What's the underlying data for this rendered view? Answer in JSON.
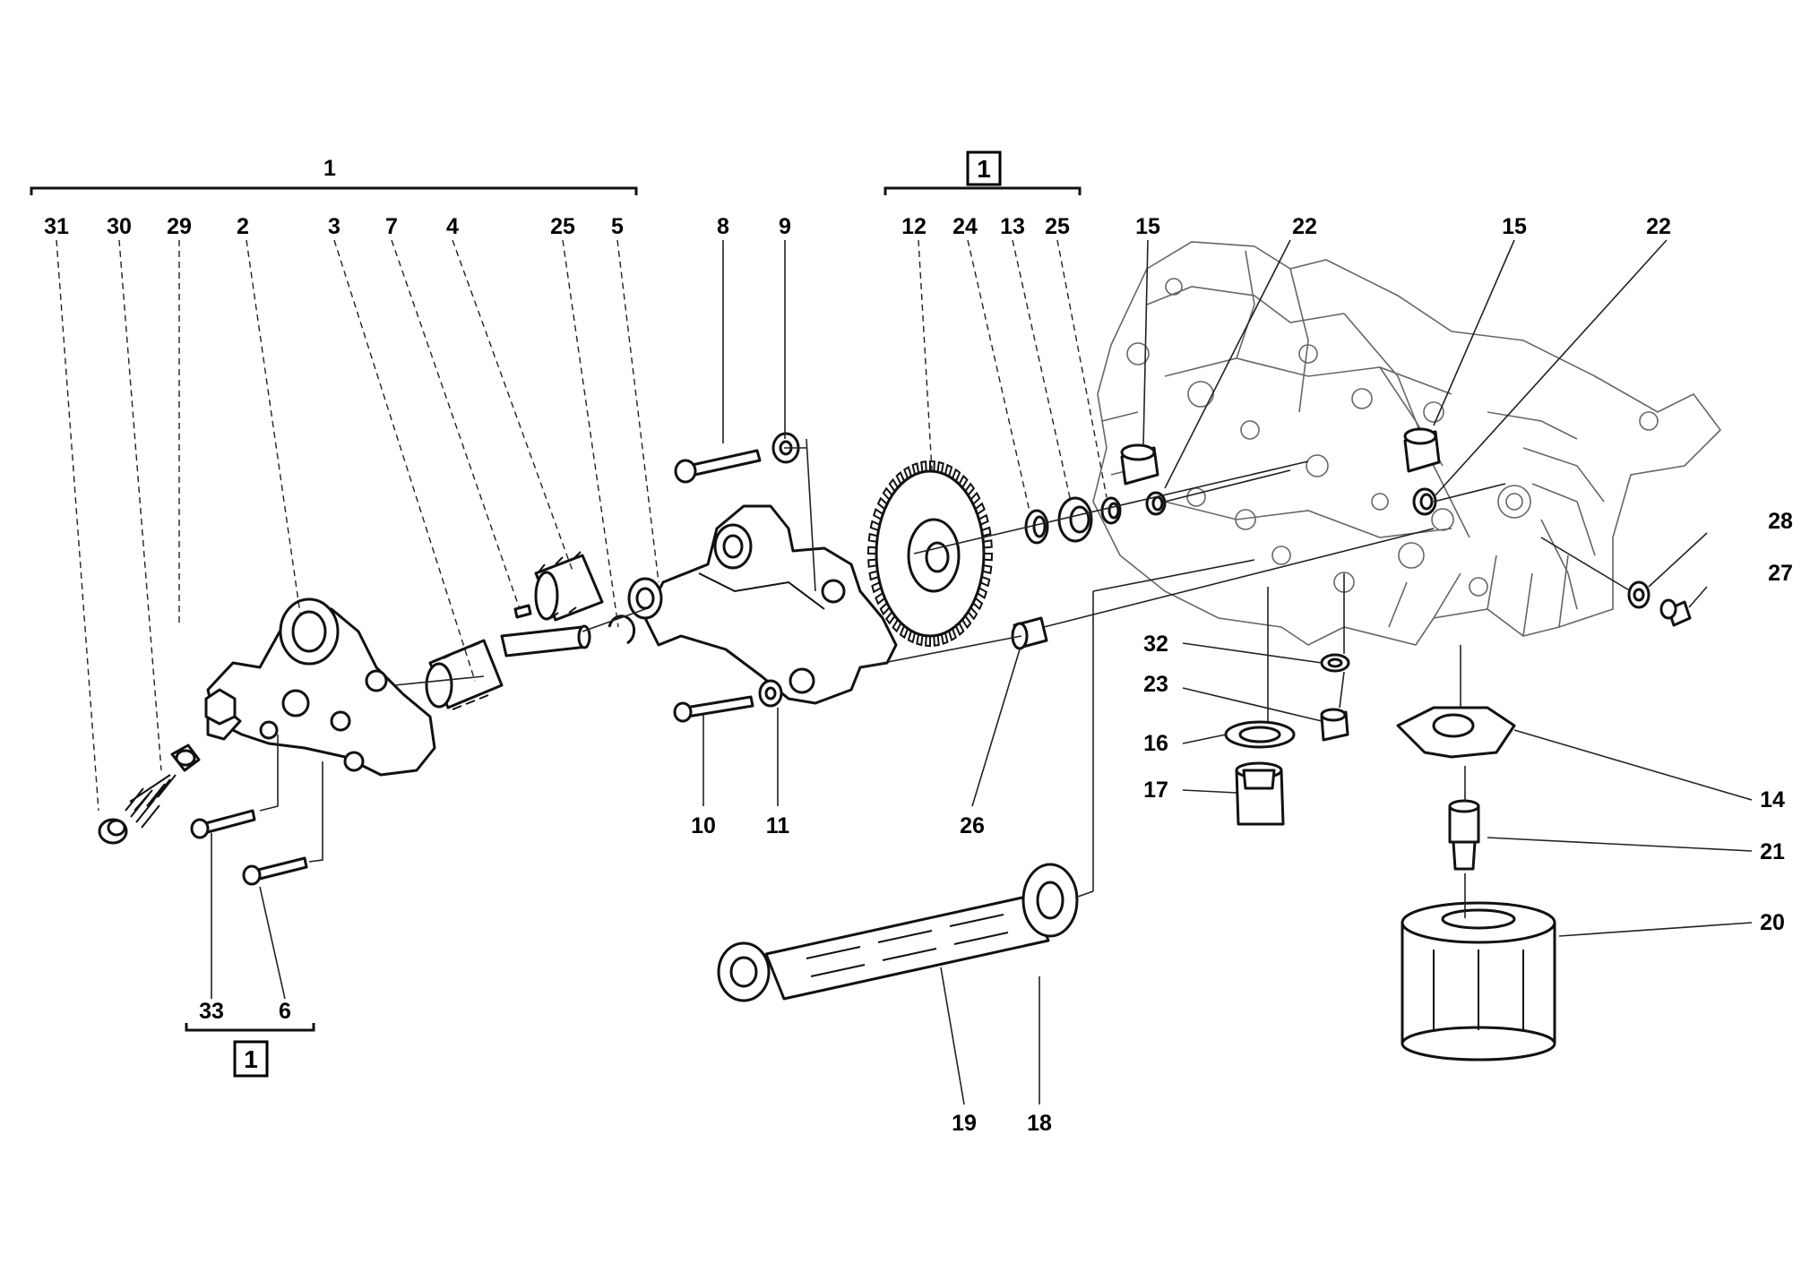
{
  "diagram": {
    "group_marker": "1",
    "callouts": [
      {
        "id": "c-1",
        "text": "1"
      },
      {
        "id": "c-31",
        "text": "31"
      },
      {
        "id": "c-30",
        "text": "30"
      },
      {
        "id": "c-29",
        "text": "29"
      },
      {
        "id": "c-2",
        "text": "2"
      },
      {
        "id": "c-3",
        "text": "3"
      },
      {
        "id": "c-7",
        "text": "7"
      },
      {
        "id": "c-4",
        "text": "4"
      },
      {
        "id": "c-25a",
        "text": "25"
      },
      {
        "id": "c-5",
        "text": "5"
      },
      {
        "id": "c-8",
        "text": "8"
      },
      {
        "id": "c-9",
        "text": "9"
      },
      {
        "id": "c-12",
        "text": "12"
      },
      {
        "id": "c-24",
        "text": "24"
      },
      {
        "id": "c-13",
        "text": "13"
      },
      {
        "id": "c-25b",
        "text": "25"
      },
      {
        "id": "c-15a",
        "text": "15"
      },
      {
        "id": "c-22a",
        "text": "22"
      },
      {
        "id": "c-15b",
        "text": "15"
      },
      {
        "id": "c-22b",
        "text": "22"
      },
      {
        "id": "c-28",
        "text": "28"
      },
      {
        "id": "c-27",
        "text": "27"
      },
      {
        "id": "c-32",
        "text": "32"
      },
      {
        "id": "c-23",
        "text": "23"
      },
      {
        "id": "c-16",
        "text": "16"
      },
      {
        "id": "c-17",
        "text": "17"
      },
      {
        "id": "c-14",
        "text": "14"
      },
      {
        "id": "c-21",
        "text": "21"
      },
      {
        "id": "c-20",
        "text": "20"
      },
      {
        "id": "c-10",
        "text": "10"
      },
      {
        "id": "c-11",
        "text": "11"
      },
      {
        "id": "c-26",
        "text": "26"
      },
      {
        "id": "c-19",
        "text": "19"
      },
      {
        "id": "c-18",
        "text": "18"
      },
      {
        "id": "c-33",
        "text": "33"
      },
      {
        "id": "c-6",
        "text": "6"
      }
    ]
  }
}
